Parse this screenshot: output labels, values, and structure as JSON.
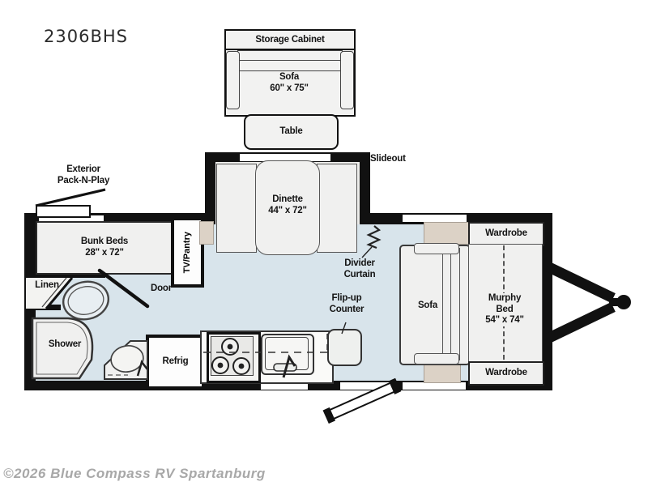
{
  "title": "2306BHS",
  "watermark": "©2026 Blue Compass RV Spartanburg",
  "colors": {
    "wall": "#111111",
    "floor_blue": "#d8e4eb",
    "furniture_gray": "#f0f0ef",
    "cabinet_tan": "#dcd2c6",
    "watermark_gray": "#a8a8a8"
  },
  "slideout_top": {
    "storage_cabinet_label": "Storage Cabinet",
    "sofa_label": "Sofa",
    "sofa_size": "60\" x 75\"",
    "table_label": "Table"
  },
  "labels": {
    "slideout": "Slideout",
    "exterior_line1": "Exterior",
    "exterior_line2": "Pack-N-Play",
    "bunk_beds": "Bunk Beds",
    "bunk_beds_size": "28\" x 72\"",
    "tv_pantry": "TV/Pantry",
    "dinette": "Dinette",
    "dinette_size": "44\" x 72\"",
    "divider_line1": "Divider",
    "divider_line2": "Curtain",
    "wardrobe_top": "Wardrobe",
    "wardrobe_bottom": "Wardrobe",
    "murphy_line1": "Murphy",
    "murphy_line2": "Bed",
    "murphy_size": "54\" x 74\"",
    "sofa": "Sofa",
    "flip_up_line1": "Flip-up",
    "flip_up_line2": "Counter",
    "linen": "Linen",
    "door": "Door",
    "shower": "Shower",
    "refrig": "Refrig"
  }
}
